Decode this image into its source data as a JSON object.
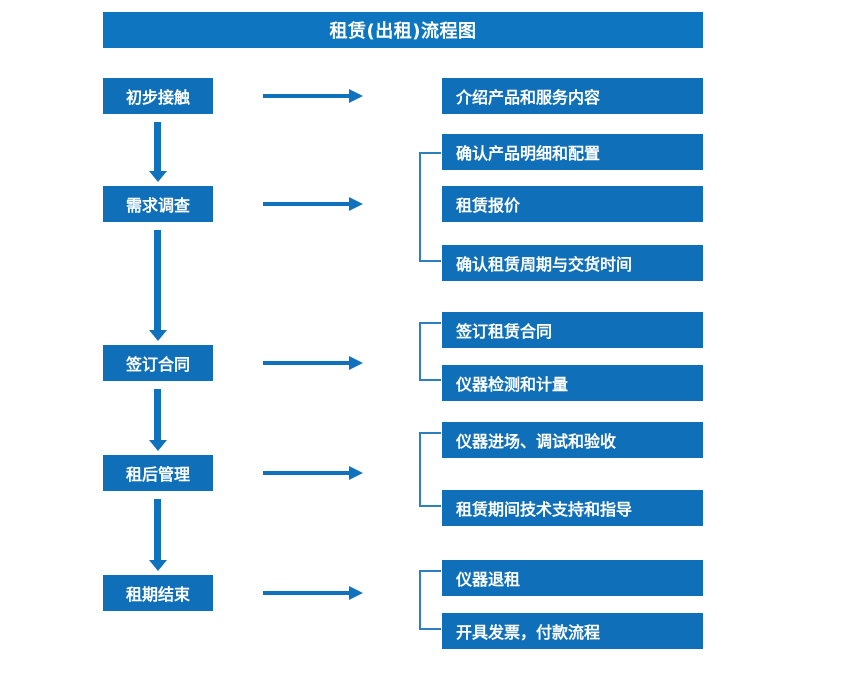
{
  "header": {
    "title": "租赁(出租)流程图",
    "bar_color": "#0E76C1"
  },
  "theme": {
    "box_color": "#0F6FB8",
    "arrow_color": "#1072BC",
    "bracket_color": "#2E7FBF",
    "text_color": "#FFFFFF",
    "background": "#FFFFFF"
  },
  "flow": {
    "stages": [
      {
        "label": "初步接触"
      },
      {
        "label": "需求调查"
      },
      {
        "label": "签订合同"
      },
      {
        "label": "租后管理"
      },
      {
        "label": "租期结束"
      }
    ],
    "details": [
      {
        "label": "介绍产品和服务内容"
      },
      {
        "label": "确认产品明细和配置"
      },
      {
        "label": "租赁报价"
      },
      {
        "label": "确认租赁周期与交货时间"
      },
      {
        "label": "签订租赁合同"
      },
      {
        "label": "仪器检测和计量"
      },
      {
        "label": "仪器进场、调试和验收"
      },
      {
        "label": "租赁期间技术支持和指导"
      },
      {
        "label": "仪器退租"
      },
      {
        "label": "开具发票，付款流程"
      }
    ],
    "groups": [
      {
        "stage": "初步接触",
        "details": [
          "介绍产品和服务内容"
        ]
      },
      {
        "stage": "需求调查",
        "details": [
          "确认产品明细和配置",
          "租赁报价",
          "确认租赁周期与交货时间"
        ]
      },
      {
        "stage": "签订合同",
        "details": [
          "签订租赁合同",
          "仪器检测和计量"
        ]
      },
      {
        "stage": "租后管理",
        "details": [
          "仪器进场、调试和验收",
          "租赁期间技术支持和指导"
        ]
      },
      {
        "stage": "租期结束",
        "details": [
          "仪器退租",
          "开具发票，付款流程"
        ]
      }
    ]
  }
}
